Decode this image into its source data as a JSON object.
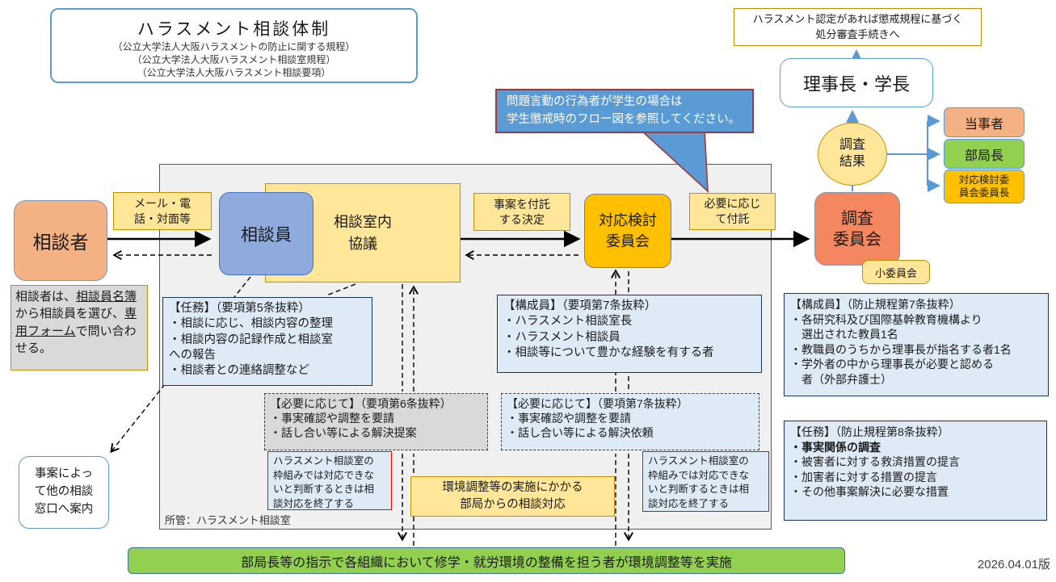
{
  "colors": {
    "accent_blue": "#5B9BD5",
    "gold_border": "#BF9000",
    "yellow_fill": "#FFE699",
    "orange_fill": "#F4B183",
    "deep_orange_fill": "#F4875F",
    "amber_fill": "#FFC000",
    "green_fill": "#92D050",
    "light_blue_fill": "#DEEBF7",
    "gray_fill": "#D9D9D9",
    "callout_fill": "#5B9BD5",
    "callout_border": "#9E3A38",
    "red_border": "#FF0000"
  },
  "title_box": {
    "title": "ハラスメント相談体制",
    "reg1": "（公立大学法人大阪ハラスメントの防止に関する規程）",
    "reg2": "（公立大学法人大阪ハラスメント相談室規程）",
    "reg3": "（公立大学法人大阪ハラスメント相談要項）"
  },
  "top_note": "ハラスメント認定があれば懲戒規程に基づく\n処分審査手続きへ",
  "callout": "問題言動の行為者が学生の場合は\n学生懲戒時のフロー図を参照してください。",
  "nodes": {
    "soudansha": "相談者",
    "soudanin": "相談員",
    "kyougi": "相談室内\n協議",
    "taiou_iinkai": "対応検討\n委員会",
    "chousa_iinkai": "調査\n委員会",
    "shou_iinkai": "小委員会",
    "rijichou": "理事長・学長",
    "chousa_kekka": "調査\n結果",
    "toujisha": "当事者",
    "bukyokuchou": "部局長",
    "taiou_iinchou": "対応検討委\n員会委員長",
    "madoguchi_annai": "事案によっ\nて他の相談\n窓口へ案内"
  },
  "labels": {
    "mail": "メール・電\n話・対面等",
    "futaku_kettei": "事案を付託\nする決定",
    "hitsuyou_futaku": "必要に応じ\nて付託",
    "shokan": "所管：ハラスメント相談室"
  },
  "consult_note": {
    "p1": "相談者は、",
    "link1": "相談員名簿",
    "p2": "から相談員を選び、",
    "link2": "専用フォーム",
    "p3": "で問い合わせる。"
  },
  "boxes": {
    "ninmu5": {
      "heading": "【任務】（要項第5条抜粋）",
      "items": [
        "・相談に応じ、相談内容の整理",
        "・相談内容の記録作成と相談室\nへの報告",
        "・相談者との連絡調整など"
      ]
    },
    "kousei7": {
      "heading": "【構成員】（要項第7条抜粋）",
      "items": [
        "・ハラスメント相談室長",
        "・ハラスメント相談員",
        "・相談等について豊かな経験を有する者"
      ]
    },
    "hitsuyou6": {
      "heading": "【必要に応じて】（要項第6条抜粋）",
      "items": [
        "・事実確認や調整を要請",
        "・話し合い等による解決提案"
      ]
    },
    "hitsuyou7": {
      "heading": "【必要に応じて】（要項第7条抜粋）",
      "items": [
        "・事実確認や調整を要請",
        "・話し合い等による解決依頼"
      ]
    },
    "kousei_boushi7": {
      "heading": "【構成員】（防止規程第7条抜粋）",
      "items": [
        "・各研究科及び国際基幹教育機構より\n　選出された教員1名",
        "・教職員のうちから理事長が指名する者1名",
        "・学外者の中から理事長が必要と認める\n　者（外部弁護士）"
      ]
    },
    "ninmu_boushi8": {
      "heading": "【任務】（防止規程第8条抜粋）",
      "items": [
        "・事実関係の調査",
        "・被害者に対する救済措置の提言",
        "・加害者に対する措置の提言",
        "・その他事案解決に必要な措置"
      ]
    },
    "shuuryou_left": "ハラスメント相談室の\n枠組みでは対応できな\nいと判断するときは相\n談対応を終了する",
    "shuuryou_right": "ハラスメント相談室の\n枠組みでは対応できな\nいと判断するときは相\n談対応を終了する",
    "kankyou": "環境調整等の実施にかかる\n部局からの相談対応"
  },
  "green_bar": "部局長等の指示で各組織において修学・就労環境の整備を担う者が環境調整等を実施",
  "version": "2026.04.01版"
}
